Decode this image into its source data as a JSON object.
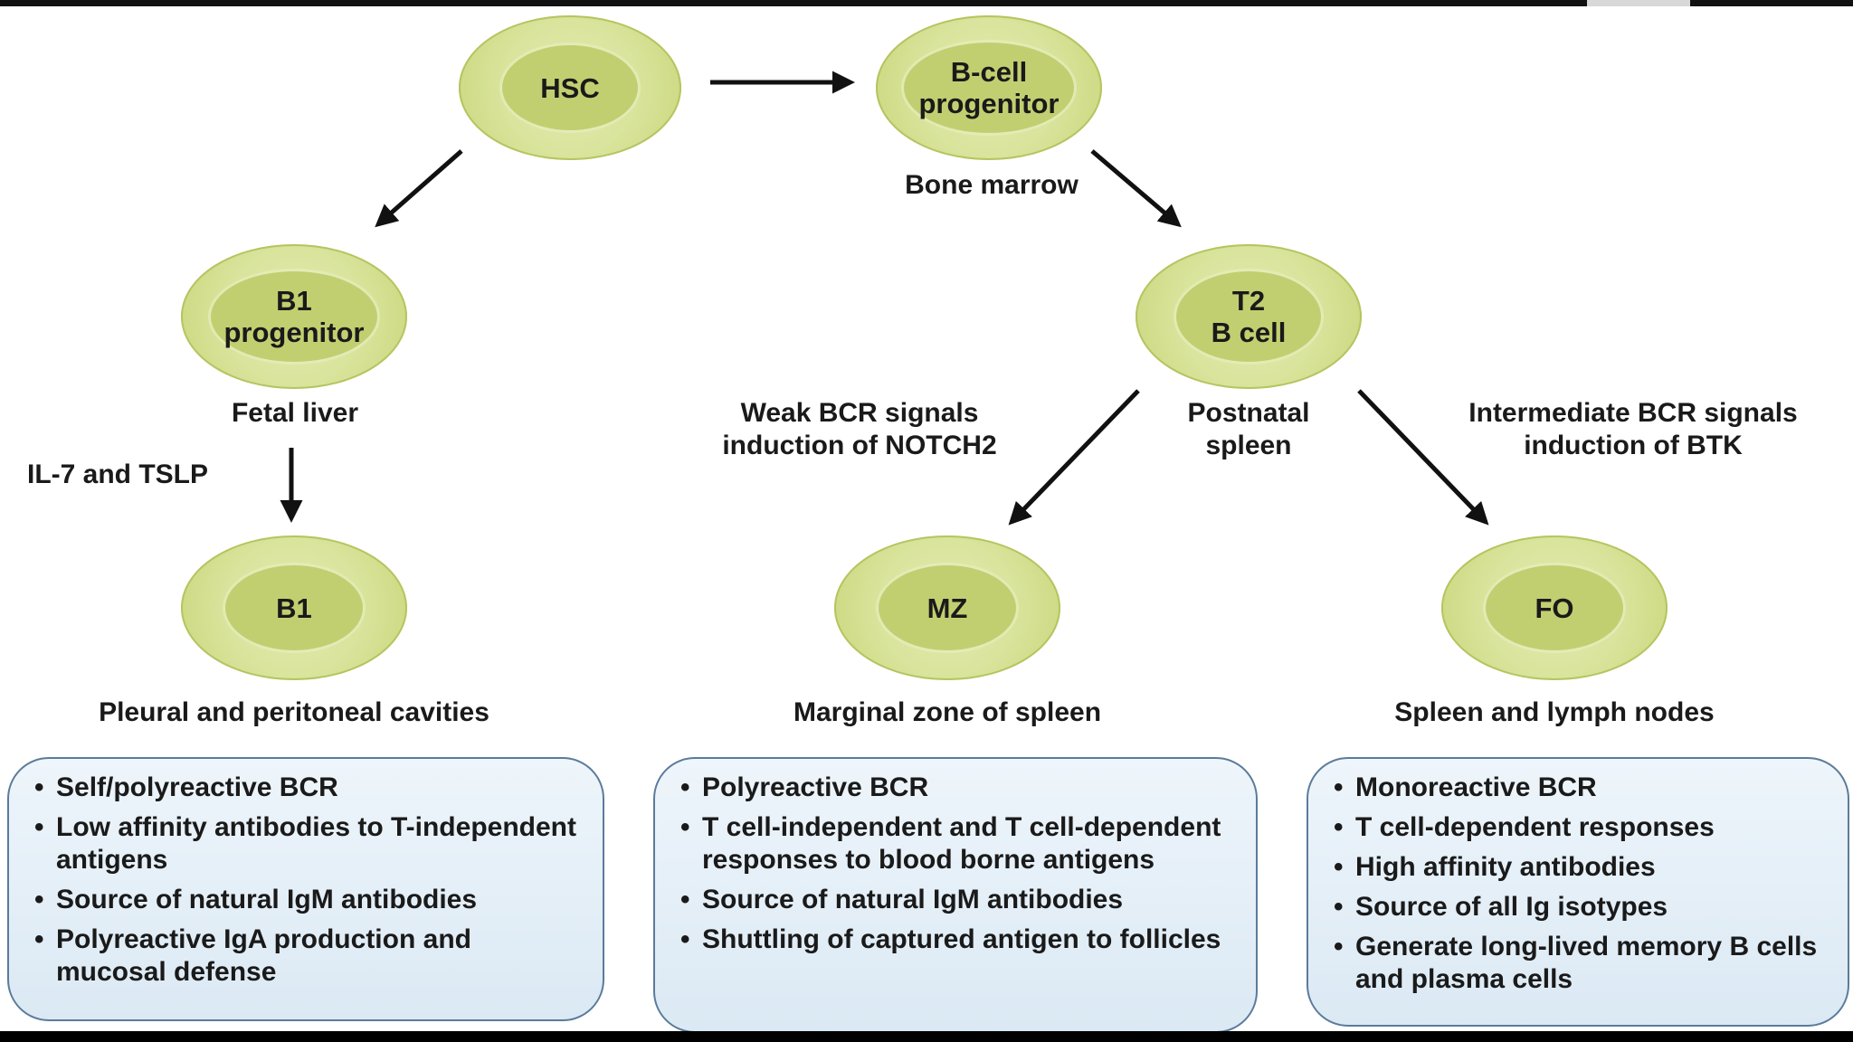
{
  "cells": {
    "hsc": {
      "line1": "HSC",
      "line2": ""
    },
    "bcell_progenitor": {
      "line1": "B-cell",
      "line2": "progenitor"
    },
    "b1_progenitor": {
      "line1": "B1",
      "line2": "progenitor"
    },
    "t2_bcell": {
      "line1": "T2",
      "line2": "B cell"
    },
    "b1": {
      "line1": "B1",
      "line2": ""
    },
    "mz": {
      "line1": "MZ",
      "line2": ""
    },
    "fo": {
      "line1": "FO",
      "line2": ""
    }
  },
  "labels": {
    "bone_marrow": "Bone marrow",
    "fetal_liver": "Fetal liver",
    "il7_tslp": "IL-7 and TSLP",
    "weak_bcr_line1": "Weak BCR signals",
    "weak_bcr_line2": "induction of NOTCH2",
    "postnatal_line1": "Postnatal",
    "postnatal_line2": "spleen",
    "intermediate_line1": "Intermediate BCR signals",
    "intermediate_line2": "induction of BTK",
    "b1_location": "Pleural and peritoneal cavities",
    "mz_location": "Marginal zone of spleen",
    "fo_location": "Spleen and lymph nodes"
  },
  "boxes": {
    "b1": [
      "Self/polyreactive BCR",
      "Low affinity antibodies to T-independent antigens",
      "Source of natural IgM antibodies",
      "Polyreactive IgA production and mucosal defense"
    ],
    "mz": [
      "Polyreactive BCR",
      "T cell-independent and T cell-dependent responses to blood borne antigens",
      "Source of natural IgM antibodies",
      "Shuttling of captured antigen to follicles"
    ],
    "fo": [
      "Monoreactive BCR",
      "T cell-dependent responses",
      "High affinity antibodies",
      "Source of all Ig isotypes",
      "Generate long-lived memory B cells and plasma cells"
    ]
  },
  "colors": {
    "cell": "#d8e39a",
    "nucleus": "#c2cf70",
    "box_border": "#5b7b9a",
    "box_fill": "#e4eef7"
  }
}
